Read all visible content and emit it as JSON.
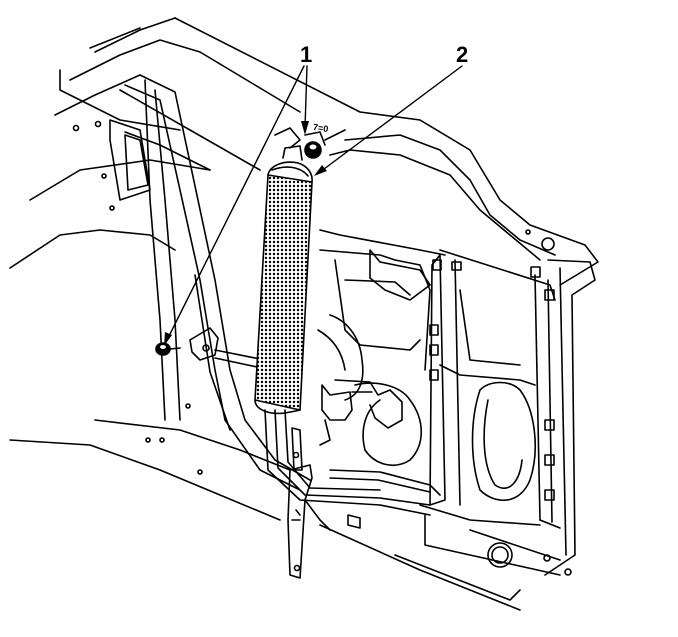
{
  "diagram": {
    "callouts": [
      {
        "id": 1,
        "label": "1"
      },
      {
        "id": 2,
        "label": "2"
      }
    ],
    "hardware_marking": "7=0"
  }
}
